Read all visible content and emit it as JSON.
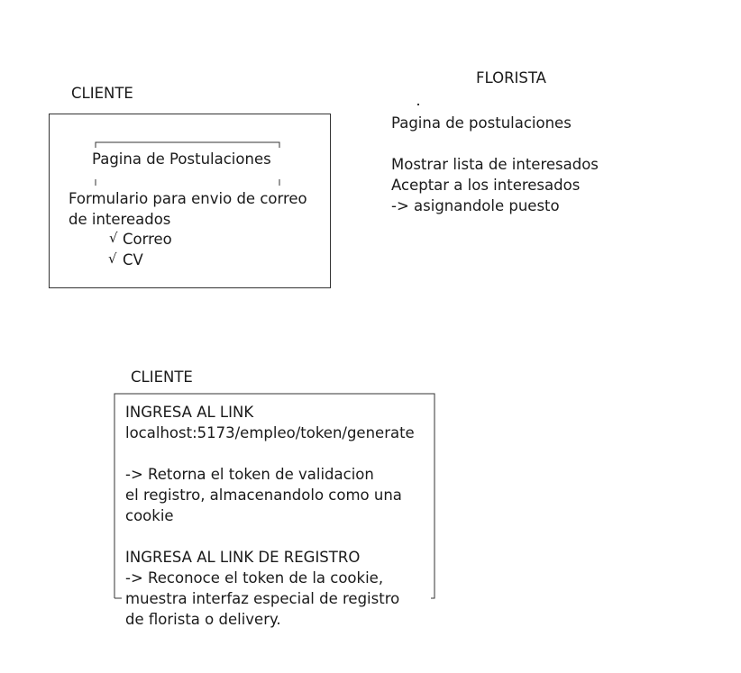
{
  "left_top": {
    "heading": "CLIENTE",
    "page_title": "Pagina de Postulaciones",
    "form_line1": "Formulario para envio de correo",
    "form_line2": "de intereados",
    "items": [
      {
        "check": "√",
        "label": "Correo"
      },
      {
        "check": "√",
        "label": "CV"
      }
    ]
  },
  "right_top": {
    "heading": "FLORISTA",
    "line1": "Pagina de postulaciones",
    "line2": "Mostrar lista de interesados",
    "line3": "Aceptar a los interesados",
    "line4": "-> asignandole puesto"
  },
  "bottom": {
    "heading": "CLIENTE",
    "lines": [
      "INGRESA AL LINK",
      "localhost:5173/empleo/token/generate",
      "",
      "-> Retorna el token de validacion",
      "el registro, almacenandolo como una",
      "cookie",
      "",
      "INGRESA AL LINK DE REGISTRO",
      "-> Reconoce el token de la cookie,",
      "muestra interfaz especial de registro",
      "de florista o delivery."
    ]
  }
}
